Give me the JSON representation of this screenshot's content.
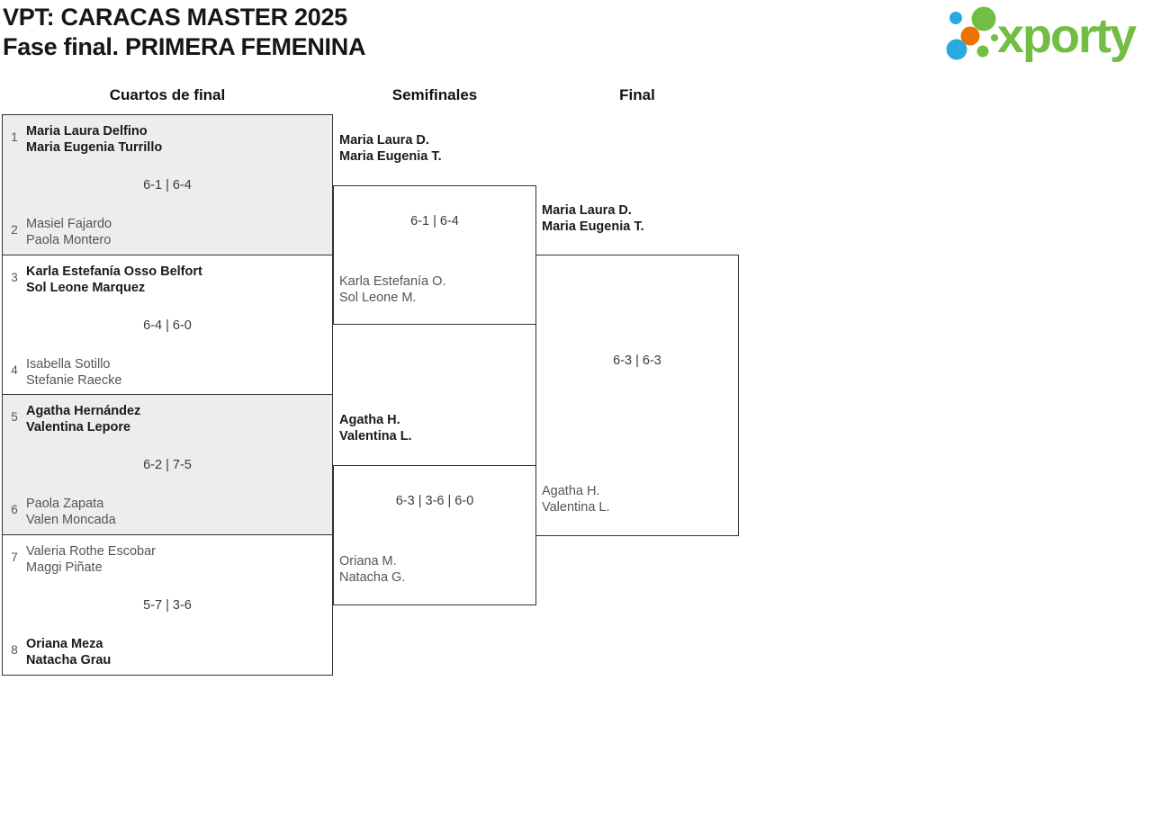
{
  "title": {
    "line1": "VPT: CARACAS MASTER 2025",
    "line2": "Fase final. PRIMERA FEMENINA"
  },
  "logo": {
    "text": "xporty",
    "colors": {
      "green": "#72BE44",
      "blue": "#2AA9E0",
      "orange": "#EC7200"
    }
  },
  "round_headers": [
    "Cuartos de final",
    "Semifinales",
    "Final"
  ],
  "colors": {
    "winner_text": "#1a1a1a",
    "loser_text": "#555555",
    "score_text": "#3a3a3a",
    "box_border": "#333333",
    "shaded_box_fill": "#ededed"
  },
  "quarterfinals": [
    {
      "seed_top": "1",
      "team_top": {
        "line1": "Maria Laura Delfino",
        "line2": "Maria Eugenia Turrillo"
      },
      "score": "6-1 | 6-4",
      "seed_bottom": "2",
      "team_bottom": {
        "line1": "Masiel Fajardo",
        "line2": "Paola Montero"
      },
      "winner": "top"
    },
    {
      "seed_top": "3",
      "team_top": {
        "line1": "Karla Estefanía Osso Belfort",
        "line2": "Sol Leone Marquez"
      },
      "score": "6-4 | 6-0",
      "seed_bottom": "4",
      "team_bottom": {
        "line1": "Isabella Sotillo",
        "line2": "Stefanie Raecke"
      },
      "winner": "top"
    },
    {
      "seed_top": "5",
      "team_top": {
        "line1": "Agatha Hernández",
        "line2": "Valentina Lepore"
      },
      "score": "6-2 | 7-5",
      "seed_bottom": "6",
      "team_bottom": {
        "line1": "Paola Zapata",
        "line2": "Valen Moncada"
      },
      "winner": "top"
    },
    {
      "seed_top": "7",
      "team_top": {
        "line1": "Valeria Rothe Escobar",
        "line2": "Maggi Piñate"
      },
      "score": "5-7 | 3-6",
      "seed_bottom": "8",
      "team_bottom": {
        "line1": "Oriana Meza",
        "line2": "Natacha Grau"
      },
      "winner": "bottom"
    }
  ],
  "semifinals": [
    {
      "team_top": {
        "line1": "Maria Laura D.",
        "line2": "Maria Eugenia T."
      },
      "score": "6-1 | 6-4",
      "team_bottom": {
        "line1": "Karla Estefanía O.",
        "line2": "Sol Leone M."
      },
      "winner": "top"
    },
    {
      "team_top": {
        "line1": "Agatha H.",
        "line2": "Valentina L."
      },
      "score": "6-3 | 3-6 | 6-0",
      "team_bottom": {
        "line1": "Oriana M.",
        "line2": "Natacha G."
      },
      "winner": "top"
    }
  ],
  "final": {
    "team_top": {
      "line1": "Maria Laura D.",
      "line2": "Maria Eugenia T."
    },
    "score": "6-3 | 6-3",
    "team_bottom": {
      "line1": "Agatha H.",
      "line2": "Valentina L."
    },
    "winner": "top"
  }
}
